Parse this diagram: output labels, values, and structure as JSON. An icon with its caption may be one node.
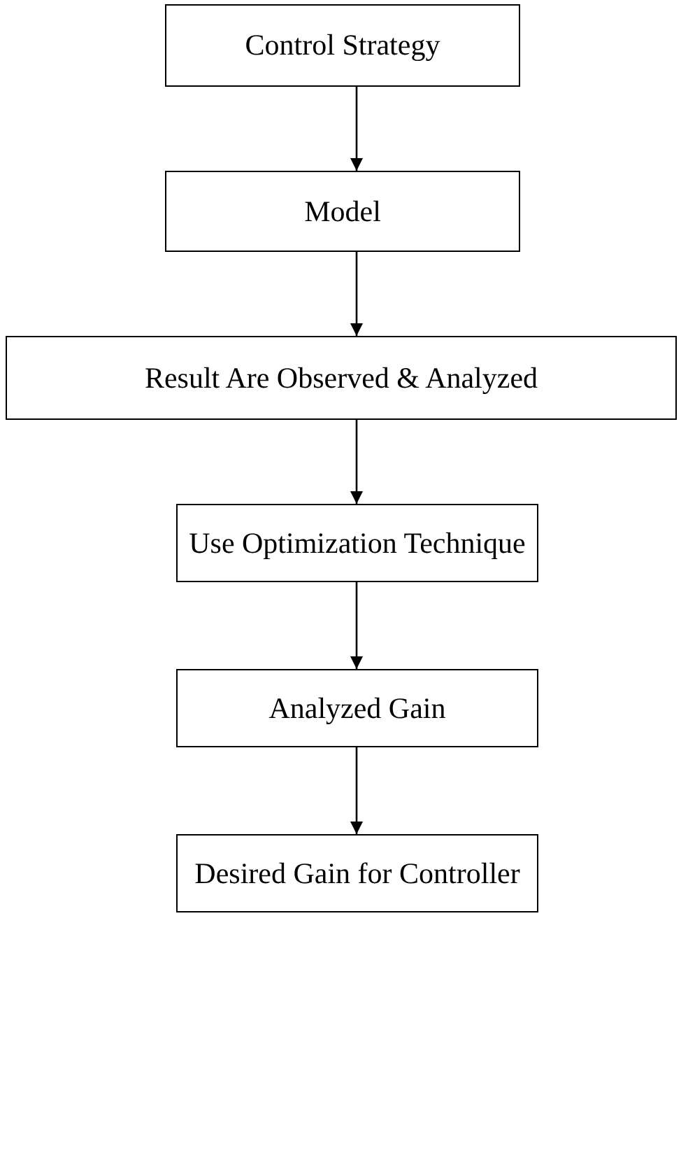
{
  "diagram": {
    "nodes": [
      {
        "text": [
          "Control Strategy"
        ]
      },
      {
        "text": [
          "Model"
        ]
      },
      {
        "text": [
          "Result Are Observed & Analyzed"
        ]
      },
      {
        "text": [
          "Use Optimization Technique"
        ]
      },
      {
        "text": [
          "Analyzed Gain"
        ]
      },
      {
        "text": [
          "Desired Gain for Controller"
        ]
      }
    ],
    "edges": [
      {
        "from": 0,
        "to": 1,
        "arrow": "to"
      },
      {
        "from": 1,
        "to": 2,
        "arrow": "to"
      },
      {
        "from": 2,
        "to": 3,
        "arrow": "to"
      },
      {
        "from": 3,
        "to": 4,
        "arrow": "to"
      },
      {
        "from": 4,
        "to": 5,
        "arrow": "to"
      }
    ]
  }
}
